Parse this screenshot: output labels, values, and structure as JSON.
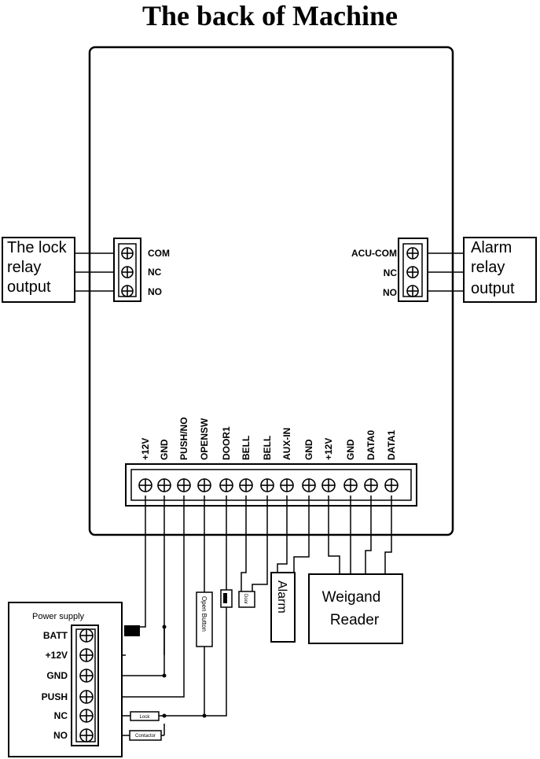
{
  "title": "The back of Machine",
  "lock_relay": {
    "box_lines": [
      "The lock",
      "relay",
      "output"
    ],
    "terminals": [
      "COM",
      "NC",
      "NO"
    ]
  },
  "alarm_relay": {
    "box_lines": [
      "Alarm",
      "relay",
      "output"
    ],
    "terminals": [
      "ACU-COM",
      "NC",
      "NO"
    ]
  },
  "main_terminals": [
    "+12V",
    "GND",
    "PUSH/NO",
    "OPENSW",
    "DOOR1",
    "BELL",
    "BELL",
    "AUX-IN",
    "GND",
    "+12V",
    "GND",
    "DATA0",
    "DATA1"
  ],
  "power_supply": {
    "title": "Power supply",
    "terminals": [
      "BATT",
      "+12V",
      "GND",
      "PUSH",
      "NC",
      "NO"
    ]
  },
  "devices": {
    "open_button": "Open Button",
    "alarm": "Alarm",
    "door_bell": "Door",
    "reader_lines": [
      "Weigand",
      "Reader"
    ],
    "lock": "Lock",
    "contact": "Contactor"
  }
}
